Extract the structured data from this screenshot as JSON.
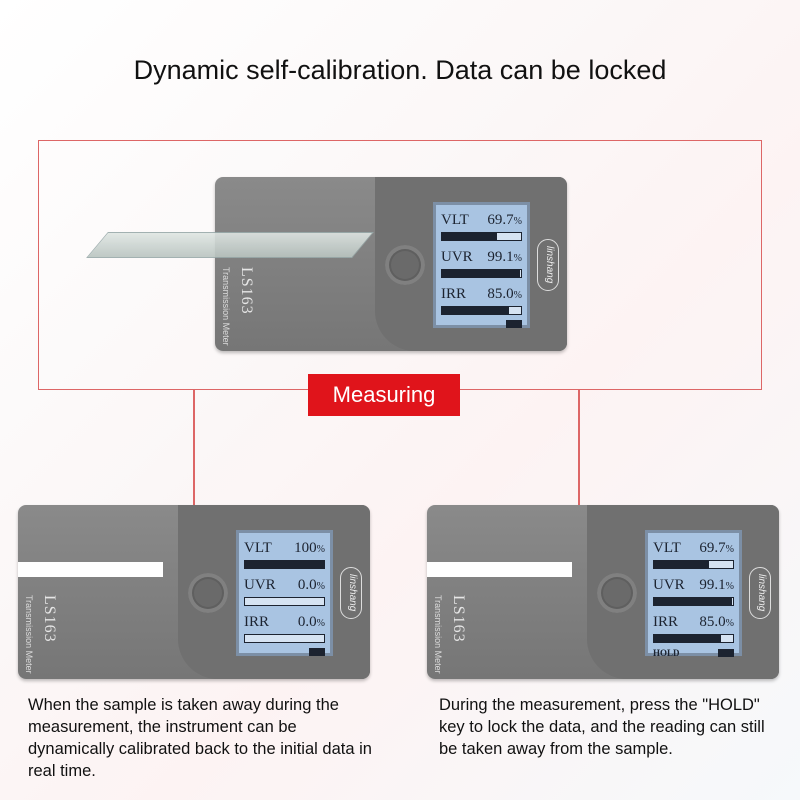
{
  "title": "Dynamic self-calibration. Data can be locked",
  "badge": "Measuring",
  "device": {
    "brand": "linshang",
    "model": "LS163",
    "subtitle": "Transmission Meter"
  },
  "devices": [
    {
      "rows": [
        {
          "label": "VLT",
          "value": "69.7",
          "unit": "%",
          "fill": 0.697
        },
        {
          "label": "UVR",
          "value": "99.1",
          "unit": "%",
          "fill": 0.991
        },
        {
          "label": "IRR",
          "value": "85.0",
          "unit": "%",
          "fill": 0.85
        }
      ],
      "hold": ""
    },
    {
      "rows": [
        {
          "label": "VLT",
          "value": "100",
          "unit": "%",
          "fill": 1.0
        },
        {
          "label": "UVR",
          "value": "0.0",
          "unit": "%",
          "fill": 0
        },
        {
          "label": "IRR",
          "value": "0.0",
          "unit": "%",
          "fill": 0
        }
      ],
      "hold": ""
    },
    {
      "rows": [
        {
          "label": "VLT",
          "value": "69.7",
          "unit": "%",
          "fill": 0.697
        },
        {
          "label": "UVR",
          "value": "99.1",
          "unit": "%",
          "fill": 0.991
        },
        {
          "label": "IRR",
          "value": "85.0",
          "unit": "%",
          "fill": 0.85
        }
      ],
      "hold": "HOLD"
    }
  ],
  "captions": {
    "left": "When the sample is taken away during the measurement, the instrument can be dynamically calibrated back to the initial data in real time.",
    "right": "During the measurement, press the \"HOLD\" key to lock the data, and the reading can still be taken away from the sample."
  },
  "colors": {
    "accent": "#e0141b",
    "frame": "#dd6666",
    "lcd": "#a9c4e2",
    "body": "#7a7a7a"
  }
}
